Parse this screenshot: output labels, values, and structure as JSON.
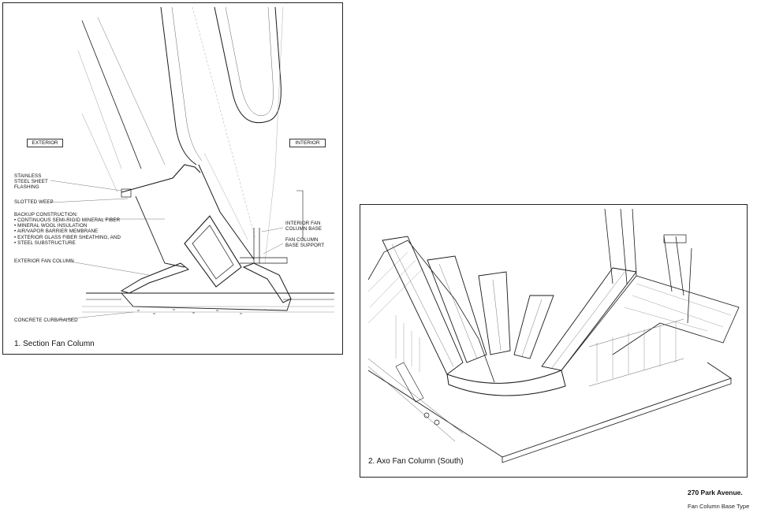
{
  "section": {
    "title": "1.  Section Fan Column",
    "exterior_tag": "EXTERIOR",
    "interior_tag": "INTERIOR",
    "labels": {
      "flashing": "STAINLESS STEEL SHEET FLASHING",
      "weep": "SLOTTED WEEP",
      "backup_heading": "BACKUP CONSTRUCTION:",
      "backup_items": [
        "CONTINUOUS SEMI-RIGID MINERAL FIBER",
        "MINERAL WOOL INSULATION",
        "AIR/VAPOR BARRIER MEMBRANE",
        "EXTERIOR GLASS FIBER SHEATHING, AND",
        "STEEL SUBSTRUCTURE"
      ],
      "exterior_fan_column": "EXTERIOR FAN COLUMN",
      "curb": "CONCRETE CURB/RAISED",
      "interior_fan_base": "INTERIOR FAN COLUMN BASE",
      "fan_base_support": "FAN COLUMN BASE SUPPORT"
    }
  },
  "axo": {
    "title": "2. Axo Fan Column (South)"
  },
  "sheet": {
    "project": "270 Park Avenue.",
    "subtitle": "Fan Column Base Type"
  }
}
